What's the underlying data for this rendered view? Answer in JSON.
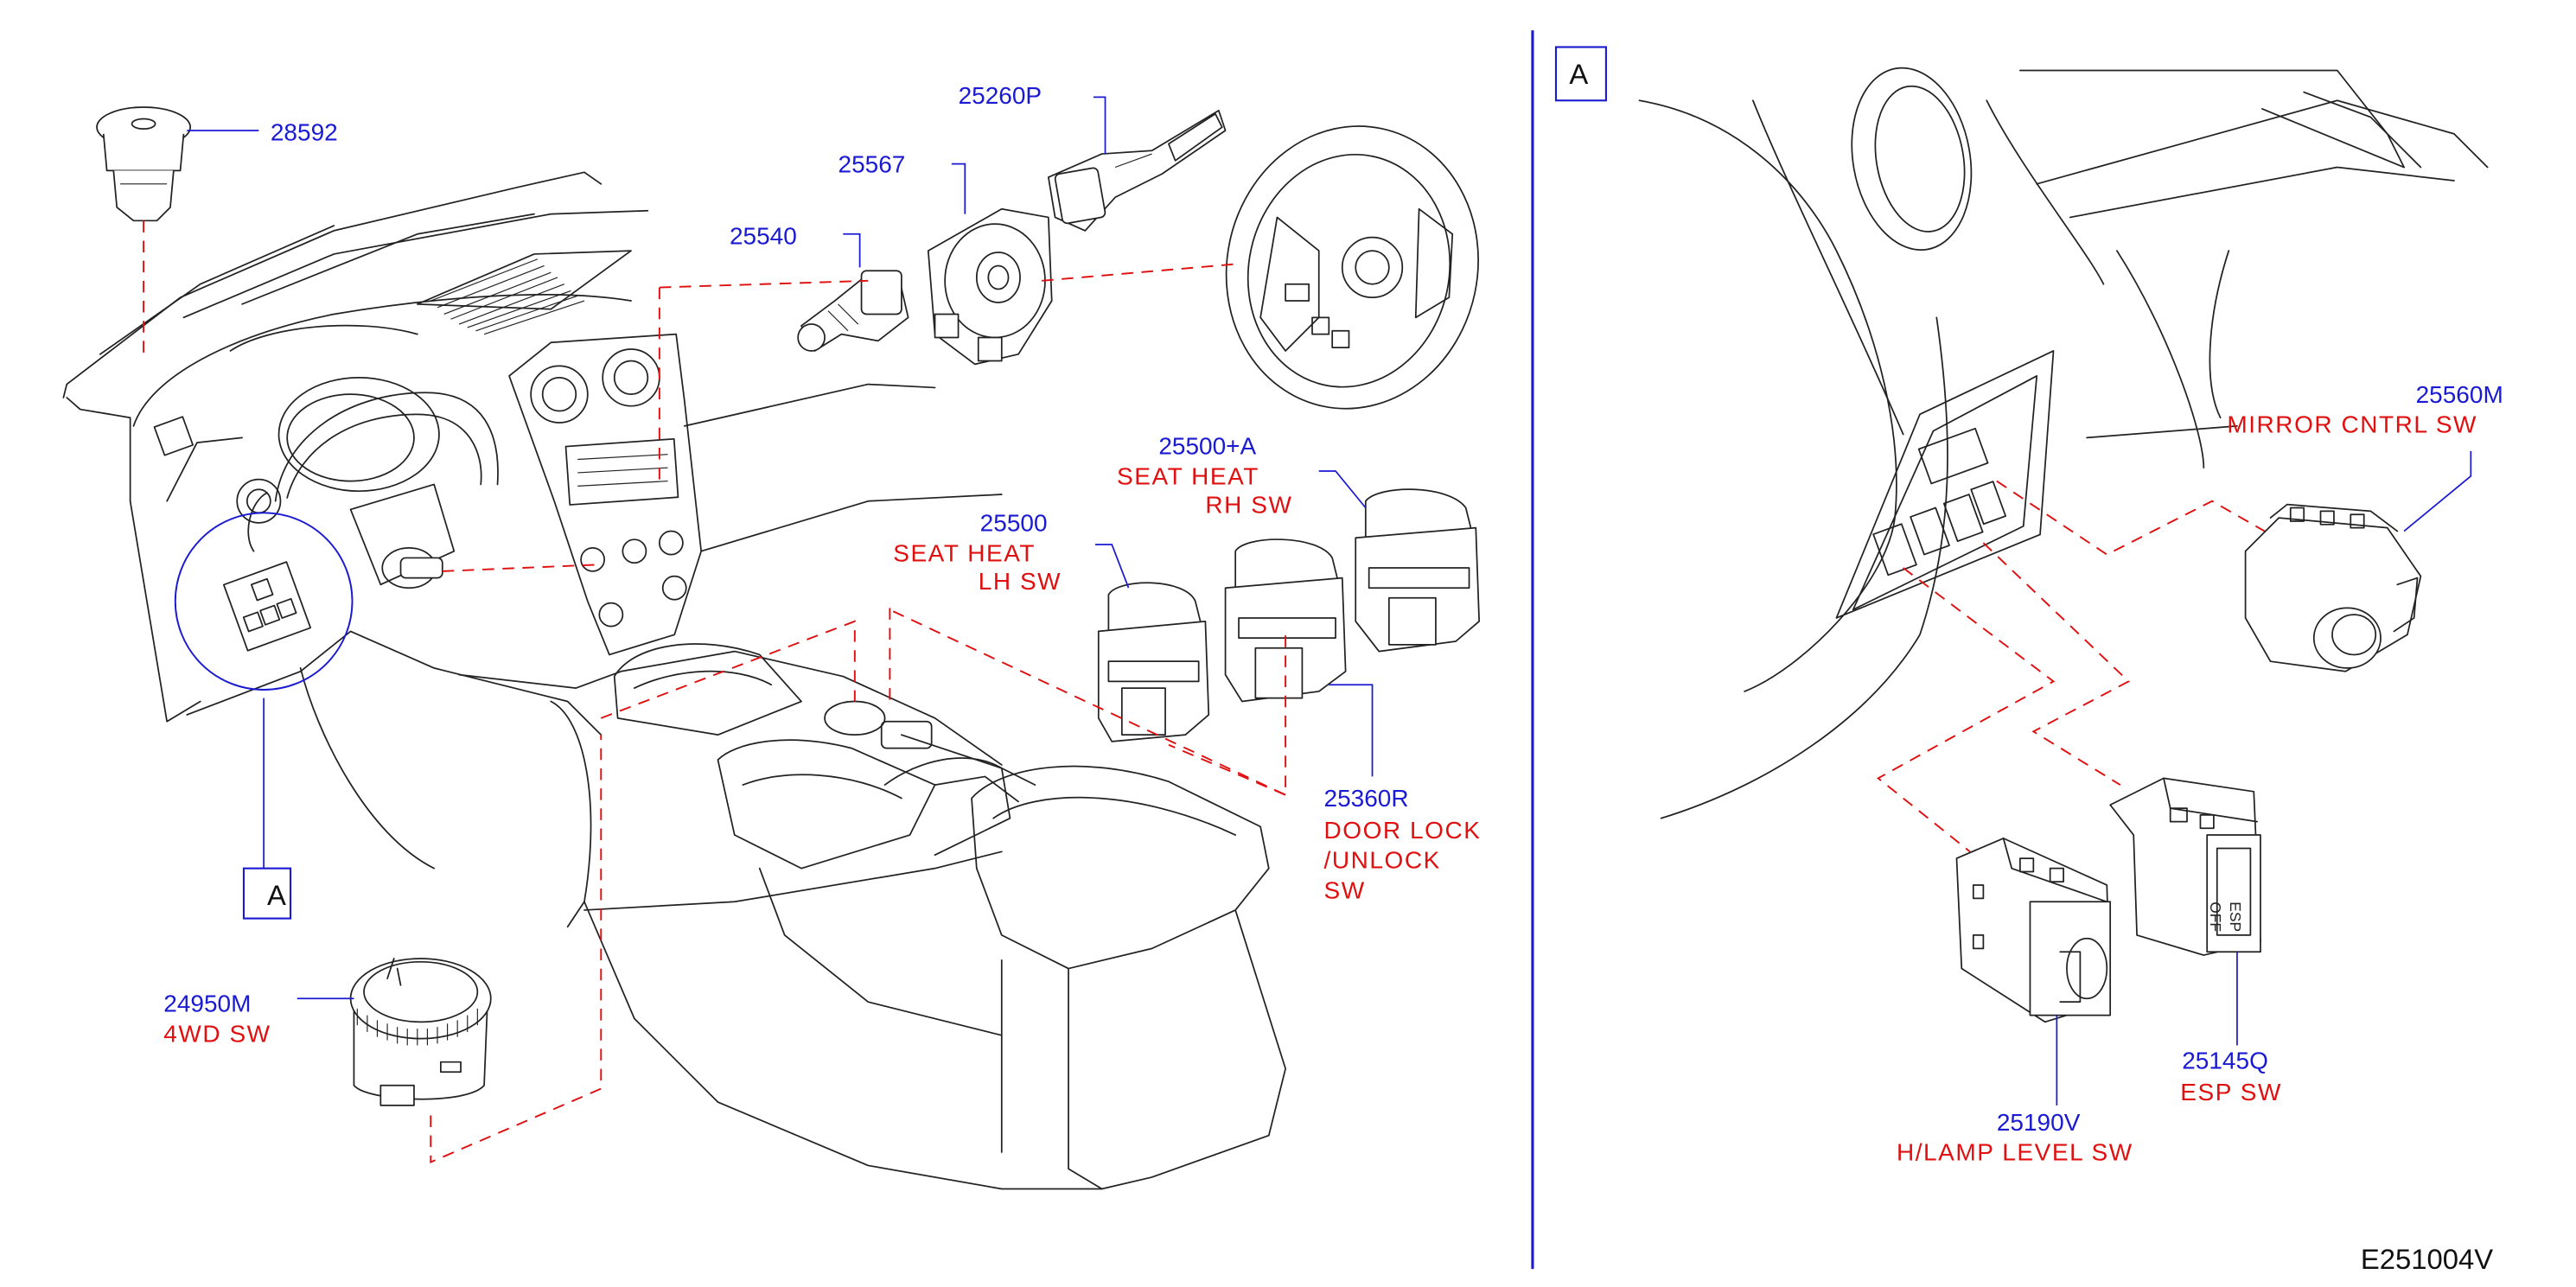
{
  "diagram_id": "E251004V",
  "view_label": "A",
  "parts": [
    {
      "number": "28592",
      "description": ""
    },
    {
      "number": "25260P",
      "description": ""
    },
    {
      "number": "25567",
      "description": ""
    },
    {
      "number": "25540",
      "description": ""
    },
    {
      "number": "25500+A",
      "description_lines": [
        "SEAT   HEAT",
        "RH   SW"
      ]
    },
    {
      "number": "25500",
      "description_lines": [
        "SEAT   HEAT",
        "LH   SW"
      ]
    },
    {
      "number": "25360R",
      "description_lines": [
        "DOOR   LOCK",
        "/UNLOCK",
        "SW"
      ]
    },
    {
      "number": "24950M",
      "description_lines": [
        "4WD   SW"
      ]
    },
    {
      "number": "25560M",
      "description_lines": [
        "MIRROR   CNTRL   SW"
      ]
    },
    {
      "number": "25145Q",
      "description_lines": [
        "ESP   SW"
      ]
    },
    {
      "number": "25190V",
      "description_lines": [
        "H/LAMP   LEVEL   SW"
      ]
    }
  ],
  "esp_button_text": [
    "ESP",
    "OFF"
  ]
}
